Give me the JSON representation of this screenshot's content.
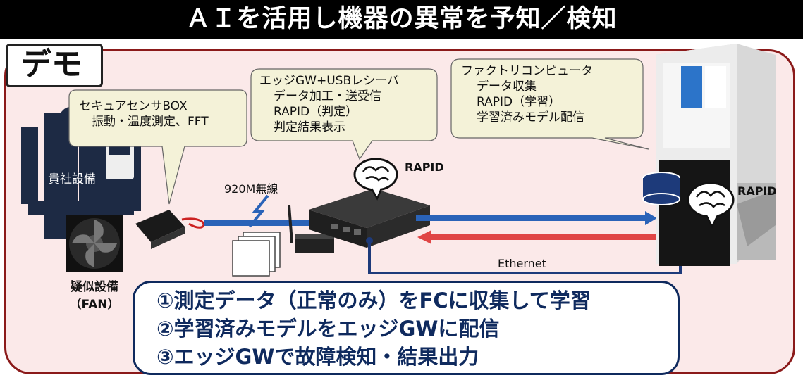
{
  "header": {
    "title": "ＡＩを活用し機器の異常を予知／検知"
  },
  "demo_label": "デモ",
  "sensor_box": {
    "line1": "セキュアセンサBOX",
    "line2": "振動・温度測定、FFT"
  },
  "gateway": {
    "line1": "エッジGW+USBレシーバ",
    "line2": "データ加工・送受信",
    "line3": "RAPID（判定）",
    "line4": "判定結果表示"
  },
  "factory_computer": {
    "line1": "ファクトリコンピュータ",
    "line2": "データ収集",
    "line3": "RAPID（学習）",
    "line4": "学習済みモデル配信"
  },
  "labels": {
    "customer_equipment": "貴社設備",
    "wireless": "920M無線",
    "ethernet": "Ethernet",
    "rapid_gateway": "RAPID",
    "rapid_server": "RAPID",
    "pseudo_equipment_line1": "疑似設備",
    "pseudo_equipment_line2": "（FAN）"
  },
  "steps": [
    "①測定データ（正常のみ）をFCに収集して学習",
    "②学習済みモデルをエッジGWに配信",
    "③エッジGWで故障検知・結果出力"
  ],
  "colors": {
    "title_bg": "#000000",
    "panel_border": "#8b1a1a",
    "panel_bg": "#fbe9e9",
    "bubble_bg": "#f4f2d8",
    "arrow_blue": "#2a63b8",
    "arrow_red": "#e04545",
    "steps_text": "#0f2a5e"
  }
}
